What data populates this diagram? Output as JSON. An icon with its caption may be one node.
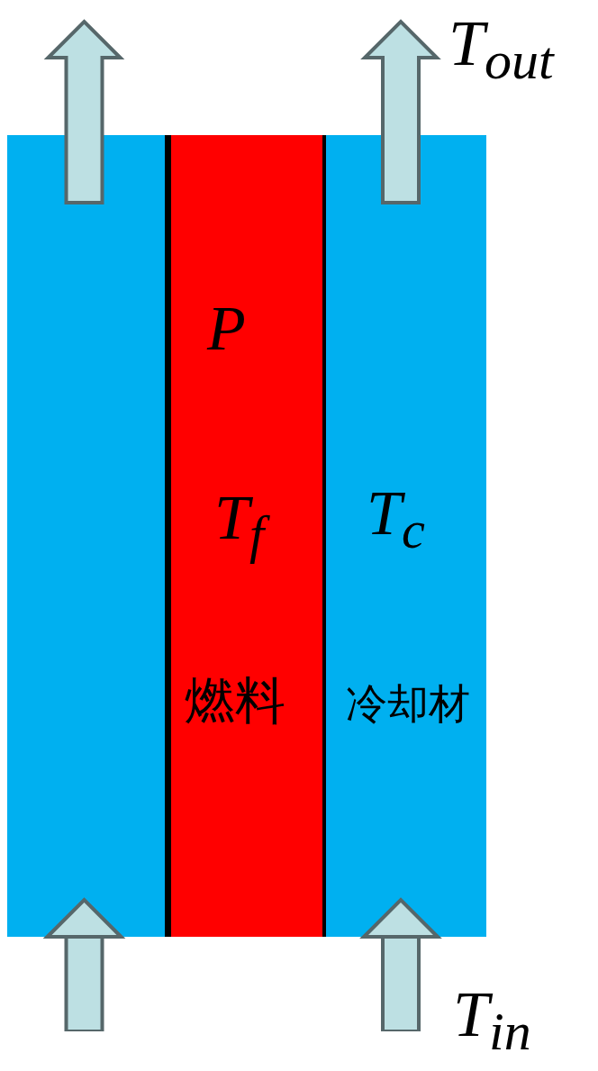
{
  "diagram": {
    "nodes": [
      {
        "text": [],
        "shape": "bar"
      },
      {
        "text": [
          "P",
          "T$_{f}$",
          "燃料"
        ]
      },
      {
        "text": [
          "T$_{c}$",
          "冷却材"
        ]
      }
    ],
    "edges": [
      {
        "from": 0,
        "to": null,
        "arrow": "to"
      },
      {
        "from": 2,
        "to": null,
        "arrow": "to"
      },
      {
        "from": null,
        "to": 0,
        "arrow": "to"
      },
      {
        "from": null,
        "to": 2,
        "arrow": "to"
      }
    ],
    "labels": [
      "T$_{out}$",
      "T$_{in}$"
    ]
  }
}
